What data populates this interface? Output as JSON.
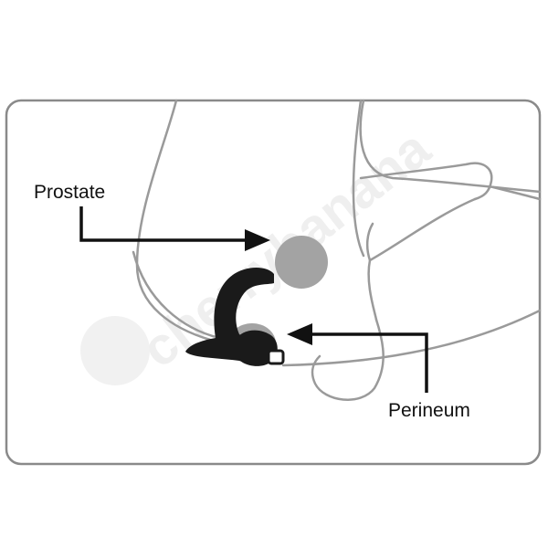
{
  "labels": {
    "prostate": "Prostate",
    "perineum": "Perineum"
  },
  "watermark": {
    "text": "cherrybanana"
  },
  "colors": {
    "outline": "#9a9a9a",
    "device": "#1a1a1a",
    "organ_fill": "#a3a3a3",
    "arrow": "#111111",
    "frame": "#8a8a8a",
    "watermark": "#eeeeee"
  }
}
